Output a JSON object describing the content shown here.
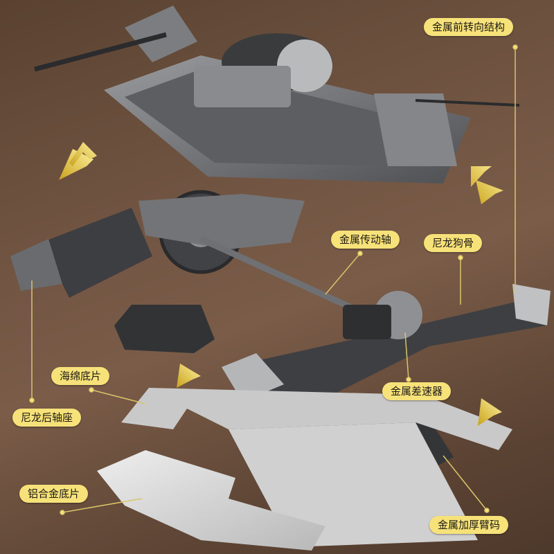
{
  "labels": {
    "front_steering": "金属前转向结构",
    "drive_shaft": "金属传动轴",
    "dogbone": "尼龙狗骨",
    "sponge_pad": "海绵底片",
    "differential": "金属差速器",
    "rear_hub": "尼龙后轴座",
    "alloy_plate": "铝合金底片",
    "arm_mount": "金属加厚臂码"
  },
  "colors": {
    "accent": "#f7e27a",
    "background": "#6a4f3d",
    "parts": "#6f7073"
  }
}
